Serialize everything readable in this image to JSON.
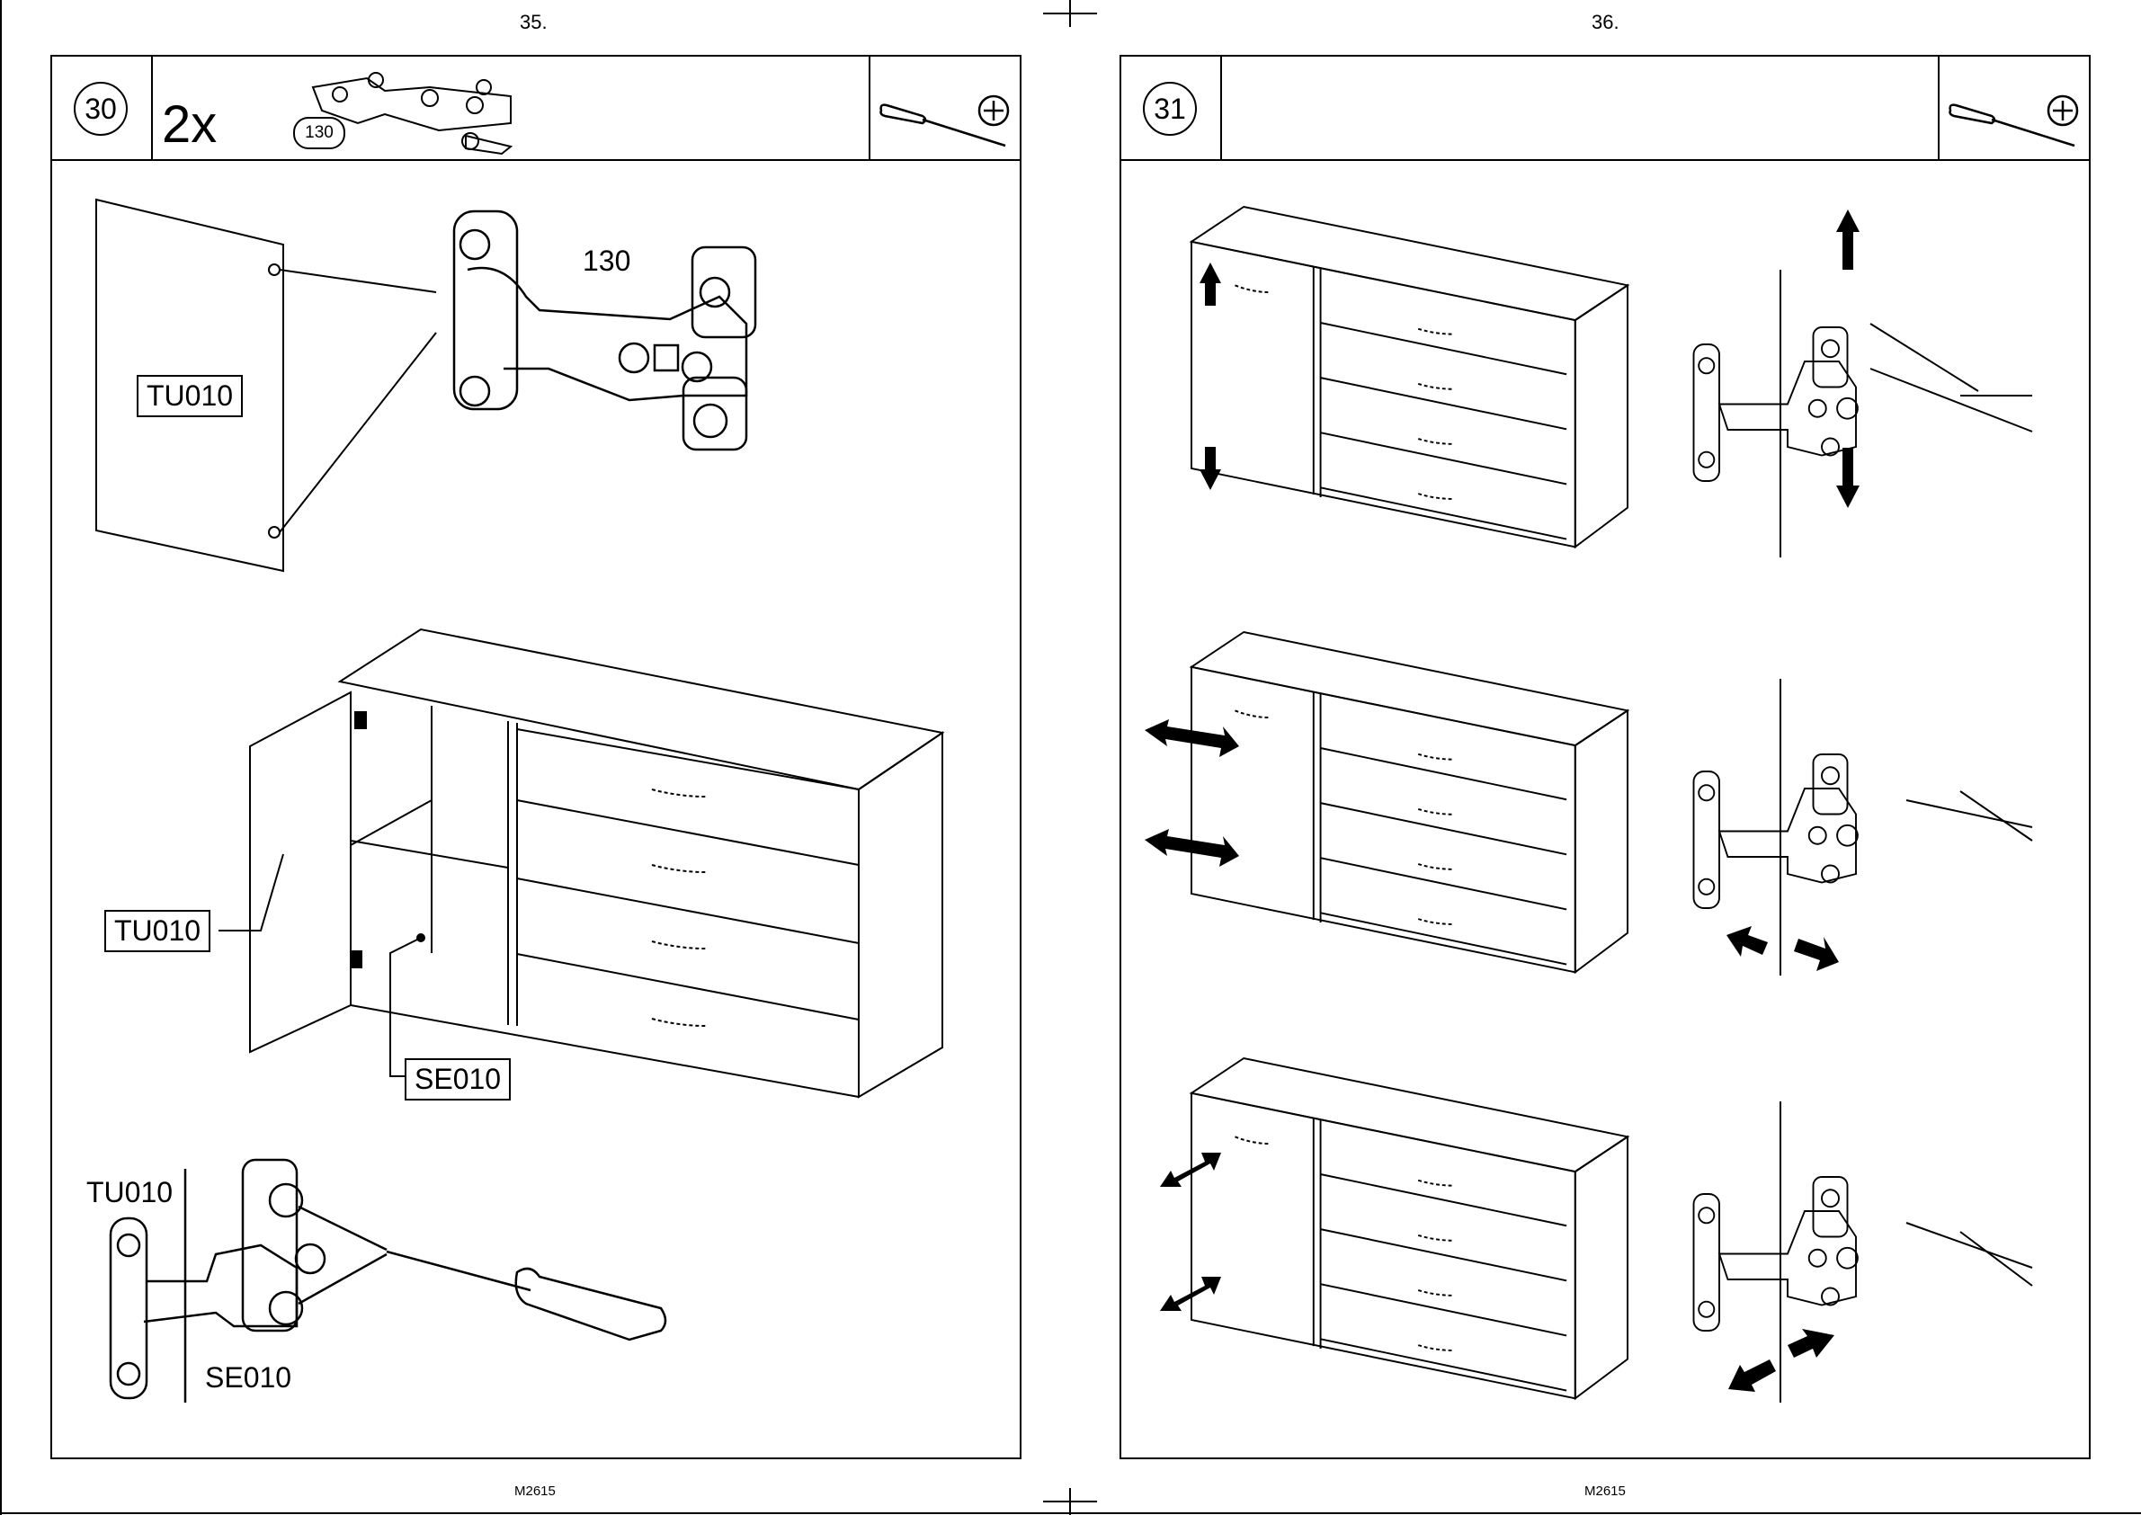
{
  "pages": [
    {
      "page_number": "35.",
      "step": "30",
      "quantity": "2x",
      "part_number": "130",
      "footer_code": "M2615",
      "callout_130": "130",
      "labels": {
        "door_top": "TU010",
        "door_mid": "TU010",
        "side_mid": "SE010",
        "door_bottom": "TU010",
        "side_bottom": "SE010"
      },
      "tool": "screwdriver-icon"
    },
    {
      "page_number": "36.",
      "step": "31",
      "footer_code": "M2615",
      "tool": "screwdriver-icon"
    }
  ]
}
